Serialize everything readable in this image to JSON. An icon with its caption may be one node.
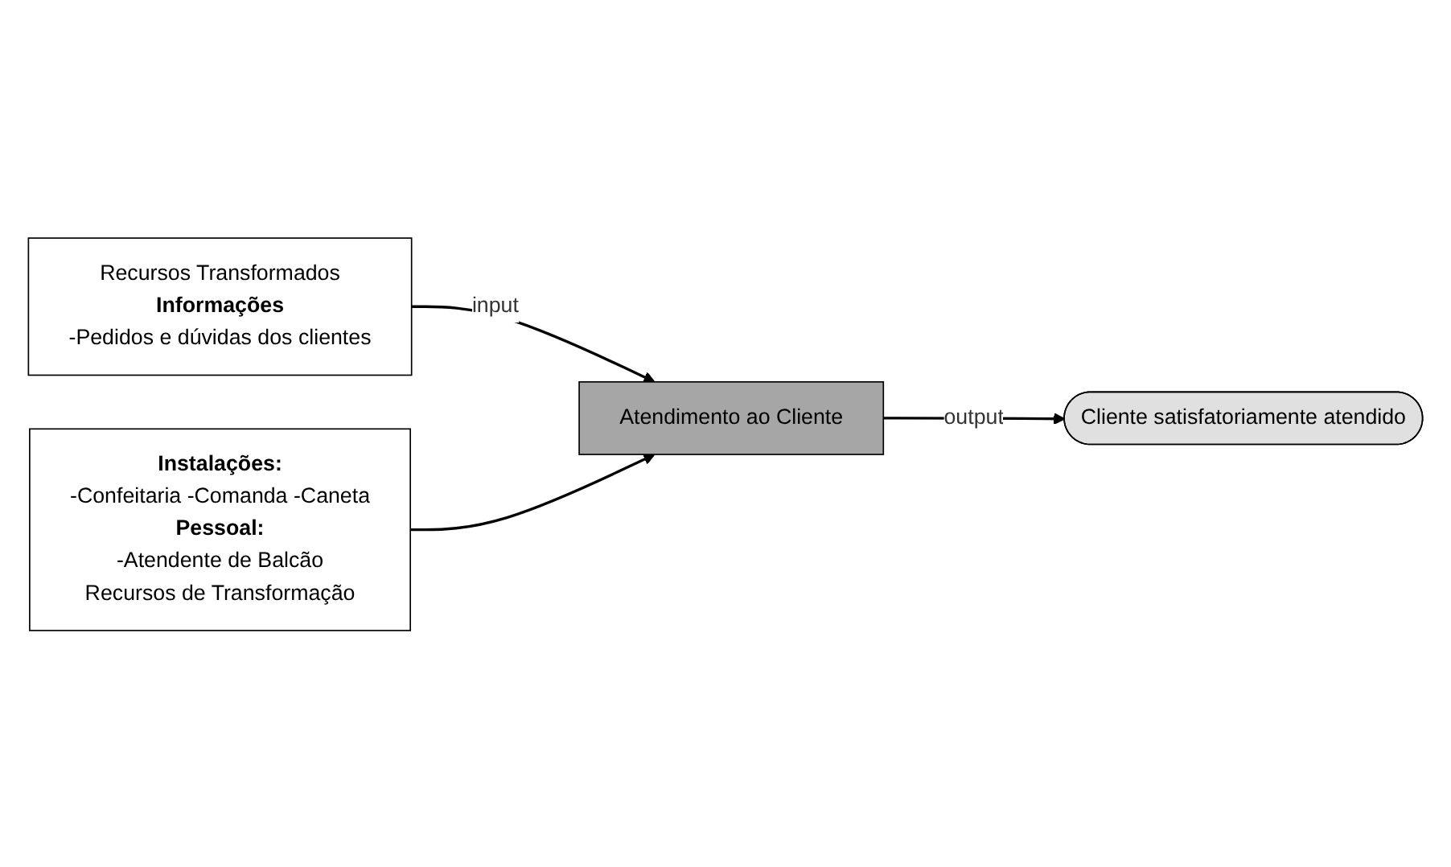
{
  "diagram": {
    "nodes": [
      {
        "text": [
          "Recursos Transformados",
          "Informações",
          "-Pedidos e dúvidas dos clientes"
        ]
      },
      {
        "text": [
          "Instalações:",
          "-Confeitaria -Comanda -Caneta",
          "Pessoal:",
          "-Atendente de Balcão",
          "Recursos de Transformação"
        ]
      },
      {
        "text": [
          "Atendimento ao Cliente"
        ]
      },
      {
        "text": [
          "Cliente satisfatoriamente atendido"
        ]
      }
    ],
    "edges": [
      {
        "from": 0,
        "to": 2,
        "arrow": "to",
        "label": "input"
      },
      {
        "from": 1,
        "to": 2,
        "arrow": "to"
      },
      {
        "from": 2,
        "to": 3,
        "arrow": "to",
        "label": "output"
      }
    ]
  }
}
